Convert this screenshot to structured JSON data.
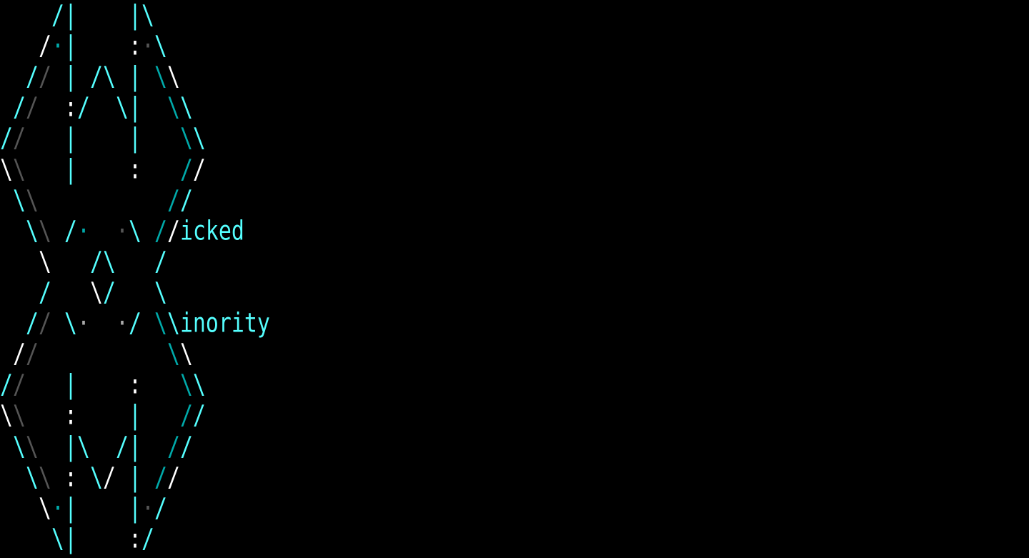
{
  "palette": {
    "C": "#55ffff",
    "D": "#00aaaa",
    "W": "#ffffff",
    "G": "#555555",
    "S": "#aaaaaa"
  },
  "rows": [
    {
      "text": "    /|    |\\",
      "colors": "    CC    CC"
    },
    {
      "text": "   /·|    :·\\",
      "colors": "   WDC    WGC"
    },
    {
      "text": "  // | /\\ | \\\\",
      "colors": "  CG C CC C DW"
    },
    {
      "text": " //  :/  \\|  \\\\",
      "colors": " CG  WC  CC  DC"
    },
    {
      "text": "//   |    |   \\\\",
      "colors": "CG   C    C   DC"
    },
    {
      "text": "\\\\   |    :   //",
      "colors": "WG   C    W   DW"
    },
    {
      "text": " \\\\          //",
      "colors": " CG          DC"
    },
    {
      "text": "  \\\\ /·  ·\\ //icked",
      "colors": "  CG CD  GC DWCCCCC"
    },
    {
      "text": "   \\   /\\   /",
      "colors": "   W   CC   C"
    },
    {
      "text": "   /   \\/   \\",
      "colors": "   C   WC   C"
    },
    {
      "text": "  // \\·  ·/ \\\\inority",
      "colors": "  CG CS  SC DCCCCCCCC"
    },
    {
      "text": " //          \\\\",
      "colors": " WG          DW"
    },
    {
      "text": "//   |    :   \\\\",
      "colors": "CG   C    W   DC"
    },
    {
      "text": "\\\\   :    |   //",
      "colors": "WG   W    C   DC"
    },
    {
      "text": " \\\\  |\\  /|  //",
      "colors": " CG  CC  CC  DC"
    },
    {
      "text": "  \\\\ : \\/ | //",
      "colors": "  CG W CW C DW"
    },
    {
      "text": "   \\·|    |·/",
      "colors": "   WDC    CGC"
    },
    {
      "text": "    \\|    :/",
      "colors": "    CC    WC"
    }
  ]
}
